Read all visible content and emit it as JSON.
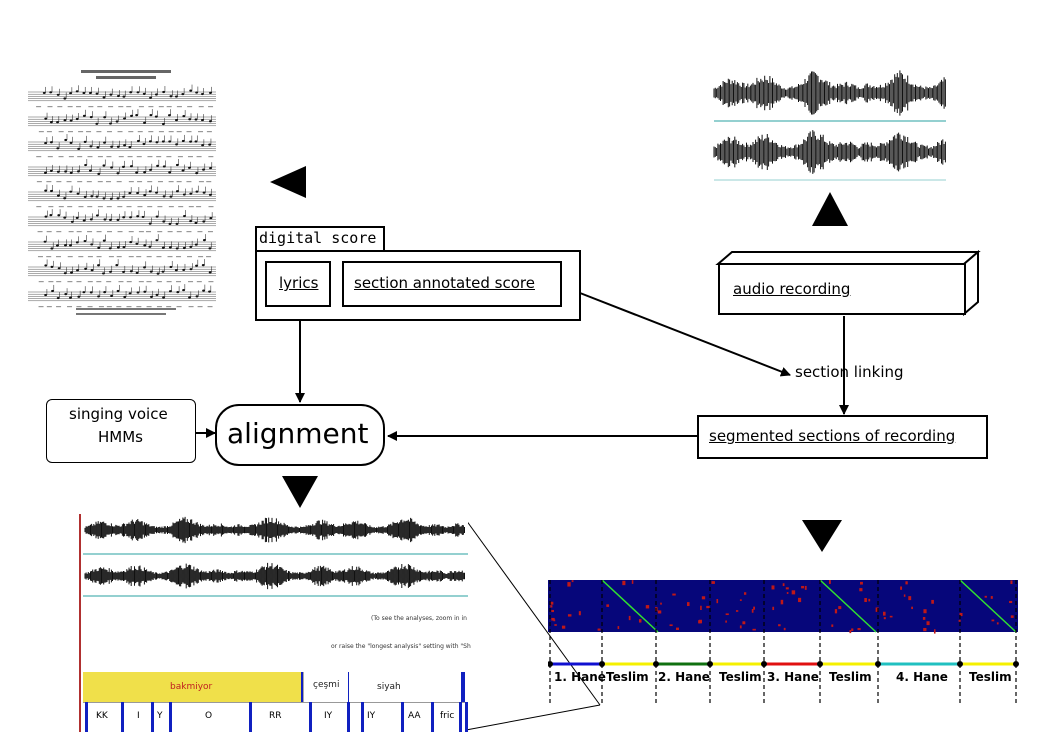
{
  "digital_score": {
    "title": "digital score",
    "lyrics": "lyrics",
    "section_score": "section annotated score"
  },
  "audio_recording": "audio recording",
  "section_linking": "section linking",
  "segmented_sections": "segmented sections of recording",
  "alignment": "alignment",
  "hmm": {
    "line1": "singing voice",
    "line2": "HMMs"
  },
  "sonic": {
    "note1": "(To see the analyses, zoom in in",
    "note2": "or raise the \"longest analysis\" setting with \"Sh",
    "words": [
      "bakmiyor",
      "çeşmi",
      "siyah"
    ],
    "phones": [
      "KK",
      "I",
      "Y",
      "O",
      "RR",
      "IY",
      "IY",
      "AA",
      "fric"
    ]
  },
  "sections": [
    "1. Hane",
    "Teslim",
    "2. Hane",
    "Teslim",
    "3. Hane",
    "Teslim",
    "4. Hane",
    "Teslim"
  ],
  "section_colors": [
    "#1010d0",
    "#f5f000",
    "#107010",
    "#f5f000",
    "#e01010",
    "#f5f000",
    "#20c0c0",
    "#f5f000"
  ]
}
